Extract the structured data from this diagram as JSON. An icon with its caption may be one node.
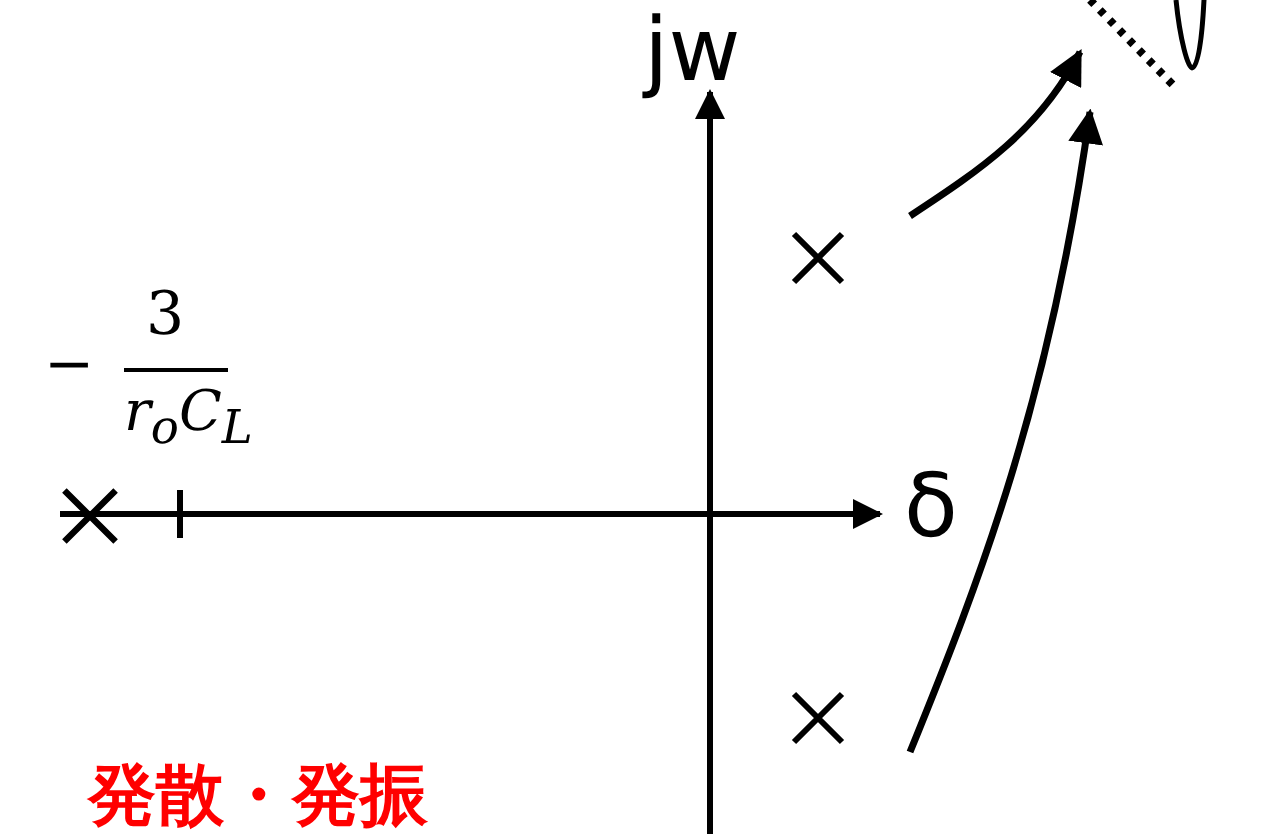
{
  "diagram": {
    "nodes": [
      {
        "text": [],
        "shape": "cross"
      },
      {
        "text": [],
        "shape": "cross"
      },
      {
        "text": [],
        "shape": "cross"
      }
    ],
    "edges": [
      {
        "from": 0,
        "to": null,
        "arrow": "to"
      },
      {
        "from": 2,
        "to": null,
        "arrow": "to"
      }
    ],
    "labels": [
      "jw",
      "δ",
      "−",
      "3",
      "r$_{o}$C$_{L}$",
      "発散・発振"
    ]
  }
}
